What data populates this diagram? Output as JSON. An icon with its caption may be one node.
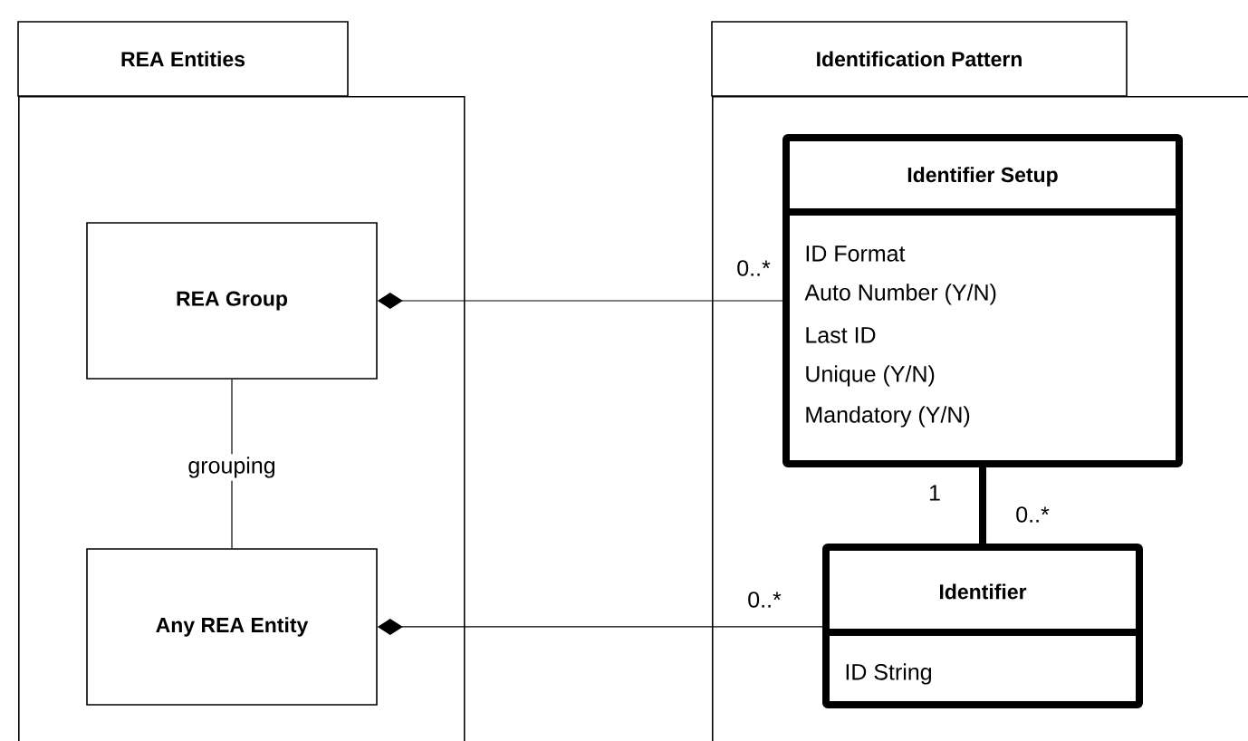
{
  "diagram": {
    "nodes": [
      {
        "text": [
          "REA Entities"
        ]
      },
      {
        "text": [
          "REA Group"
        ],
        "in": 0
      },
      {
        "text": [
          "Any REA Entity"
        ],
        "in": 0
      },
      {
        "text": [
          "Identification Pattern"
        ]
      },
      {
        "text": [
          "Identifier Setup",
          "ID Format",
          "Auto Number (Y/N)",
          "Last ID",
          "Unique (Y/N)",
          "Mandatory (Y/N)"
        ],
        "in": 3
      },
      {
        "text": [
          "Identifier",
          "ID String"
        ],
        "in": 3
      }
    ],
    "edges": [
      {
        "from": 1,
        "to": 4,
        "arrow": "other",
        "label": "0..*"
      },
      {
        "from": 1,
        "to": 2,
        "arrow": "none",
        "label": "grouping"
      },
      {
        "from": 2,
        "to": 5,
        "arrow": "other",
        "label": "0..*"
      },
      {
        "from": 4,
        "to": 5,
        "arrow": "none",
        "style": "thick"
      }
    ],
    "labels": [
      "1",
      "0..*"
    ]
  }
}
